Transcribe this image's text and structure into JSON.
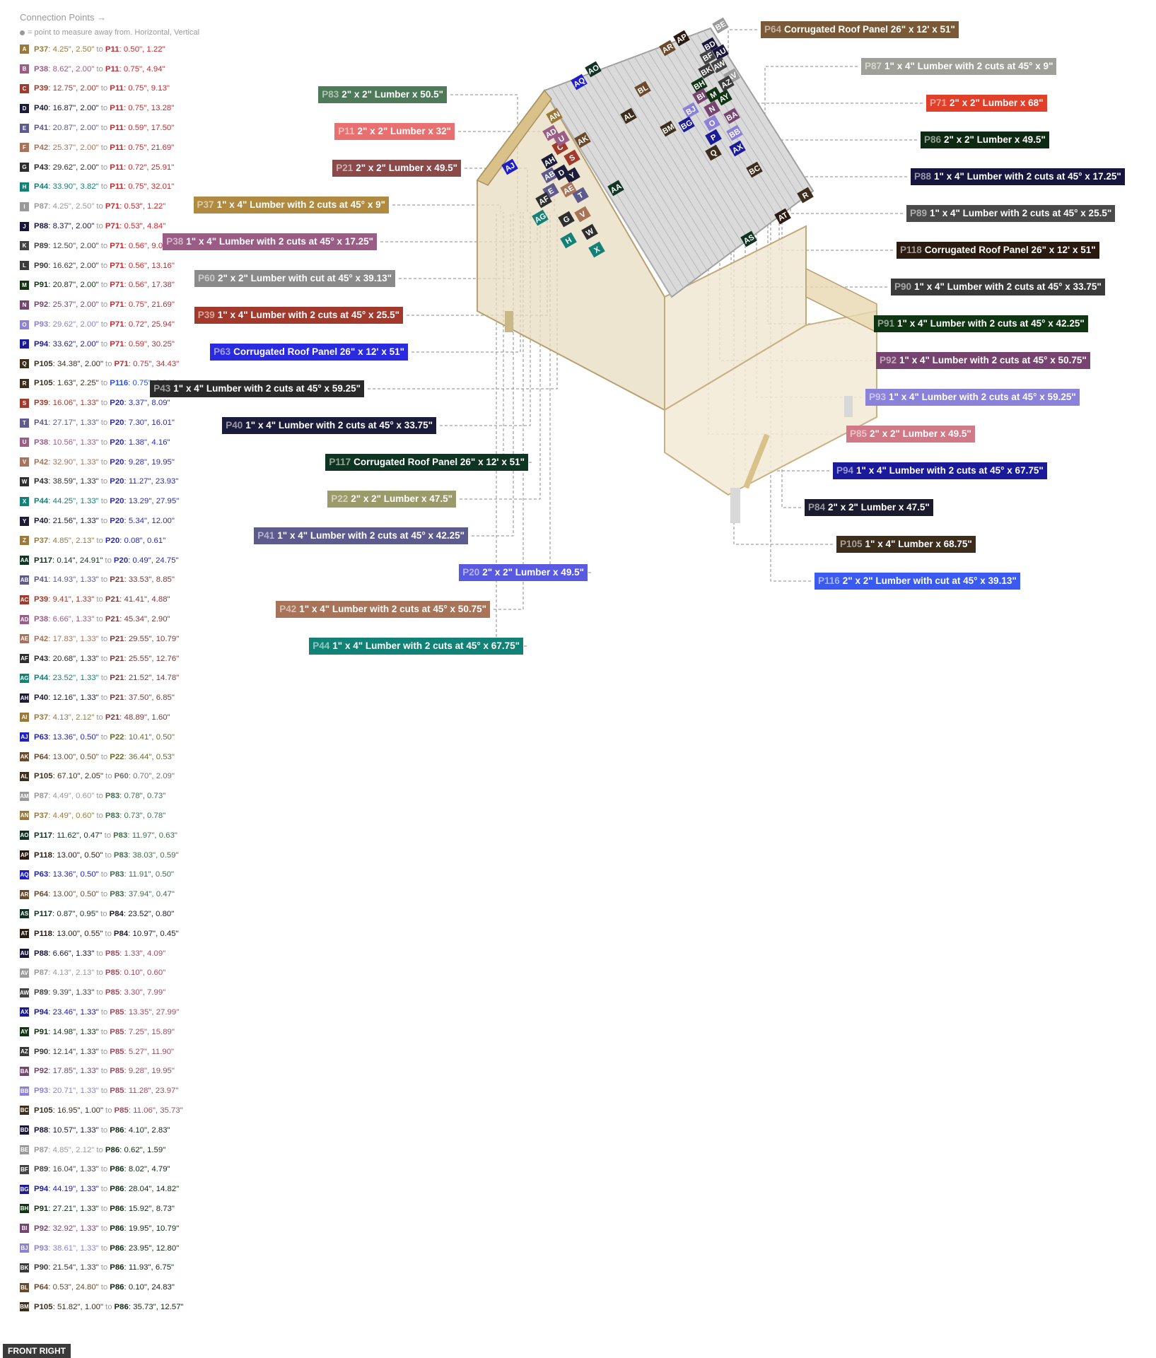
{
  "header": {
    "title": "Connection Points →",
    "note": "= point to measure away from. Horizontal, Vertical"
  },
  "view_tag": "FRONT RIGHT",
  "connections": [
    {
      "id": "A",
      "color": "#9a7a3c",
      "p1": "P37",
      "v1": "4.25\", 2.50\"",
      "p2": "P11",
      "v2": "0.50\", 1.22\""
    },
    {
      "id": "B",
      "color": "#9a5e86",
      "p1": "P38",
      "v1": "8.62\", 2.00\"",
      "p2": "P11",
      "v2": "0.75\", 4.94\""
    },
    {
      "id": "C",
      "color": "#a13a2c",
      "p1": "P39",
      "v1": "12.75\", 2.00\"",
      "p2": "P11",
      "v2": "0.75\", 9.13\""
    },
    {
      "id": "D",
      "color": "#1b1b3a",
      "p1": "P40",
      "v1": "16.87\", 2.00\"",
      "p2": "P11",
      "v2": "0.75\", 13.28\""
    },
    {
      "id": "E",
      "color": "#5d5a8e",
      "p1": "P41",
      "v1": "20.87\", 2.00\"",
      "p2": "P11",
      "v2": "0.59\", 17.50\""
    },
    {
      "id": "F",
      "color": "#a77359",
      "p1": "P42",
      "v1": "25.37\", 2.00\"",
      "p2": "P11",
      "v2": "0.75\", 21.69\""
    },
    {
      "id": "G",
      "color": "#2e2e2e",
      "p1": "P43",
      "v1": "29.62\", 2.00\"",
      "p2": "P11",
      "v2": "0.72\", 25.91\""
    },
    {
      "id": "H",
      "color": "#128276",
      "p1": "P44",
      "v1": "33.90\", 3.82\"",
      "p2": "P11",
      "v2": "0.75\", 32.01\""
    },
    {
      "id": "I",
      "color": "#9a9a9a",
      "p1": "P87",
      "v1": "4.25\", 2.50\"",
      "p2": "P71",
      "v2": "0.53\", 1.22\""
    },
    {
      "id": "J",
      "color": "#15153e",
      "p1": "P88",
      "v1": "8.37\", 2.00\"",
      "p2": "P71",
      "v2": "0.53\", 4.84\""
    },
    {
      "id": "K",
      "color": "#444444",
      "p1": "P89",
      "v1": "12.50\", 2.00\"",
      "p2": "P71",
      "v2": "0.56\", 9.00\""
    },
    {
      "id": "L",
      "color": "#3a3a3a",
      "p1": "P90",
      "v1": "16.62\", 2.00\"",
      "p2": "P71",
      "v2": "0.56\", 13.16\""
    },
    {
      "id": "M",
      "color": "#0f3512",
      "p1": "P91",
      "v1": "20.87\", 2.00\"",
      "p2": "P71",
      "v2": "0.56\", 17.38\""
    },
    {
      "id": "N",
      "color": "#76446e",
      "p1": "P92",
      "v1": "25.37\", 2.00\"",
      "p2": "P71",
      "v2": "0.75\", 21.69\""
    },
    {
      "id": "O",
      "color": "#8a82d8",
      "p1": "P93",
      "v1": "29.62\", 2.00\"",
      "p2": "P71",
      "v2": "0.72\", 25.94\""
    },
    {
      "id": "P",
      "color": "#1b1b9a",
      "p1": "P94",
      "v1": "33.62\", 2.00\"",
      "p2": "P71",
      "v2": "0.59\", 30.25\""
    },
    {
      "id": "Q",
      "color": "#3d2d1c",
      "p1": "P105",
      "v1": "34.38\", 2.00\"",
      "p2": "P71",
      "v2": "0.75\", 34.43\""
    },
    {
      "id": "R",
      "color": "#3d2d1c",
      "p1": "P105",
      "v1": "1.63\", 2.25\"",
      "p2": "P116",
      "v2": "0.75\", 2.34\""
    },
    {
      "id": "S",
      "color": "#a13a2c",
      "p1": "P39",
      "v1": "16.06\", 1.33\"",
      "p2": "P20",
      "v2": "3.37\", 8.09\""
    },
    {
      "id": "T",
      "color": "#5d5a8e",
      "p1": "P41",
      "v1": "27.17\", 1.33\"",
      "p2": "P20",
      "v2": "7.30\", 16.01\""
    },
    {
      "id": "U",
      "color": "#9a5e86",
      "p1": "P38",
      "v1": "10.56\", 1.33\"",
      "p2": "P20",
      "v2": "1.38\", 4.16\""
    },
    {
      "id": "V",
      "color": "#a77359",
      "p1": "P42",
      "v1": "32.90\", 1.33\"",
      "p2": "P20",
      "v2": "9.28\", 19.95\""
    },
    {
      "id": "W",
      "color": "#2e2e2e",
      "p1": "P43",
      "v1": "38.59\", 1.33\"",
      "p2": "P20",
      "v2": "11.27\", 23.93\""
    },
    {
      "id": "X",
      "color": "#128276",
      "p1": "P44",
      "v1": "44.25\", 1.33\"",
      "p2": "P20",
      "v2": "13.29\", 27.95\""
    },
    {
      "id": "Y",
      "color": "#1b1b3a",
      "p1": "P40",
      "v1": "21.56\", 1.33\"",
      "p2": "P20",
      "v2": "5.34\", 12.00\""
    },
    {
      "id": "Z",
      "color": "#9a7a3c",
      "p1": "P37",
      "v1": "4.85\", 2.13\"",
      "p2": "P20",
      "v2": "0.08\", 0.61\""
    },
    {
      "id": "AA",
      "color": "#0f3522",
      "p1": "P117",
      "v1": "0.14\", 24.91\"",
      "p2": "P20",
      "v2": "0.49\", 24.75\""
    },
    {
      "id": "AB",
      "color": "#5d5a8e",
      "p1": "P41",
      "v1": "14.93\", 1.33\"",
      "p2": "P21",
      "v2": "33.53\", 8.85\""
    },
    {
      "id": "AC",
      "color": "#a13a2c",
      "p1": "P39",
      "v1": "9.41\", 1.33\"",
      "p2": "P21",
      "v2": "41.41\", 4.88\""
    },
    {
      "id": "AD",
      "color": "#9a5e86",
      "p1": "P38",
      "v1": "6.66\", 1.33\"",
      "p2": "P21",
      "v2": "45.34\", 2.90\""
    },
    {
      "id": "AE",
      "color": "#a77359",
      "p1": "P42",
      "v1": "17.83\", 1.33\"",
      "p2": "P21",
      "v2": "29.55\", 10.79\""
    },
    {
      "id": "AF",
      "color": "#2e2e2e",
      "p1": "P43",
      "v1": "20.68\", 1.33\"",
      "p2": "P21",
      "v2": "25.55\", 12.76\""
    },
    {
      "id": "AG",
      "color": "#128276",
      "p1": "P44",
      "v1": "23.52\", 1.33\"",
      "p2": "P21",
      "v2": "21.52\", 14.78\""
    },
    {
      "id": "AH",
      "color": "#1b1b3a",
      "p1": "P40",
      "v1": "12.16\", 1.33\"",
      "p2": "P21",
      "v2": "37.50\", 6.85\""
    },
    {
      "id": "AI",
      "color": "#9a7a3c",
      "p1": "P37",
      "v1": "4.13\", 2.12\"",
      "p2": "P21",
      "v2": "48.89\", 1.60\""
    },
    {
      "id": "AJ",
      "color": "#1f1fc8",
      "p1": "P63",
      "v1": "13.36\", 0.50\"",
      "p2": "P22",
      "v2": "10.41\", 0.50\""
    },
    {
      "id": "AK",
      "color": "#6b4a2c",
      "p1": "P64",
      "v1": "13.00\", 0.50\"",
      "p2": "P22",
      "v2": "36.44\", 0.53\""
    },
    {
      "id": "AL",
      "color": "#3d2d1c",
      "p1": "P105",
      "v1": "67.10\", 2.05\"",
      "p2": "P60",
      "v2": "0.70\", 2.09\""
    },
    {
      "id": "AM",
      "color": "#9a9a9a",
      "p1": "P87",
      "v1": "4.49\", 0.60\"",
      "p2": "P83",
      "v2": "0.78\", 0.73\""
    },
    {
      "id": "AN",
      "color": "#9a7a3c",
      "p1": "P37",
      "v1": "4.49\", 0.60\"",
      "p2": "P83",
      "v2": "0.73\", 0.78\""
    },
    {
      "id": "AO",
      "color": "#0f3522",
      "p1": "P117",
      "v1": "11.62\", 0.47\"",
      "p2": "P83",
      "v2": "11.97\", 0.63\""
    },
    {
      "id": "AP",
      "color": "#2b1a10",
      "p1": "P118",
      "v1": "13.00\", 0.50\"",
      "p2": "P83",
      "v2": "38.03\", 0.59\""
    },
    {
      "id": "AQ",
      "color": "#1f1fc8",
      "p1": "P63",
      "v1": "13.36\", 0.50\"",
      "p2": "P83",
      "v2": "11.91\", 0.50\""
    },
    {
      "id": "AR",
      "color": "#6b4a2c",
      "p1": "P64",
      "v1": "13.00\", 0.50\"",
      "p2": "P83",
      "v2": "37.94\", 0.47\""
    },
    {
      "id": "AS",
      "color": "#0f3522",
      "p1": "P117",
      "v1": "0.87\", 0.95\"",
      "p2": "P84",
      "v2": "23.52\", 0.80\""
    },
    {
      "id": "AT",
      "color": "#2b1a10",
      "p1": "P118",
      "v1": "13.00\", 0.55\"",
      "p2": "P84",
      "v2": "10.97\", 0.45\""
    },
    {
      "id": "AU",
      "color": "#15153e",
      "p1": "P88",
      "v1": "6.66\", 1.33\"",
      "p2": "P85",
      "v2": "1.33\", 4.09\""
    },
    {
      "id": "AV",
      "color": "#9a9a9a",
      "p1": "P87",
      "v1": "4.13\", 2.13\"",
      "p2": "P85",
      "v2": "0.10\", 0.60\""
    },
    {
      "id": "AW",
      "color": "#444444",
      "p1": "P89",
      "v1": "9.39\", 1.33\"",
      "p2": "P85",
      "v2": "3.30\", 7.99\""
    },
    {
      "id": "AX",
      "color": "#1b1b9a",
      "p1": "P94",
      "v1": "23.46\", 1.33\"",
      "p2": "P85",
      "v2": "13.35\", 27.99\""
    },
    {
      "id": "AY",
      "color": "#0f3512",
      "p1": "P91",
      "v1": "14.98\", 1.33\"",
      "p2": "P85",
      "v2": "7.25\", 15.89\""
    },
    {
      "id": "AZ",
      "color": "#3a3a3a",
      "p1": "P90",
      "v1": "12.14\", 1.33\"",
      "p2": "P85",
      "v2": "5.27\", 11.90\""
    },
    {
      "id": "BA",
      "color": "#76446e",
      "p1": "P92",
      "v1": "17.85\", 1.33\"",
      "p2": "P85",
      "v2": "9.28\", 19.95\""
    },
    {
      "id": "BB",
      "color": "#8a82d8",
      "p1": "P93",
      "v1": "20.71\", 1.33\"",
      "p2": "P85",
      "v2": "11.28\", 23.97\""
    },
    {
      "id": "BC",
      "color": "#3d2d1c",
      "p1": "P105",
      "v1": "16.95\", 1.00\"",
      "p2": "P85",
      "v2": "11.06\", 35.73\""
    },
    {
      "id": "BD",
      "color": "#15153e",
      "p1": "P88",
      "v1": "10.57\", 1.33\"",
      "p2": "P86",
      "v2": "4.10\", 2.83\""
    },
    {
      "id": "BE",
      "color": "#9a9a9a",
      "p1": "P87",
      "v1": "4.85\", 2.12\"",
      "p2": "P86",
      "v2": "0.62\", 1.59\""
    },
    {
      "id": "BF",
      "color": "#444444",
      "p1": "P89",
      "v1": "16.04\", 1.33\"",
      "p2": "P86",
      "v2": "8.02\", 4.79\""
    },
    {
      "id": "BG",
      "color": "#1b1b9a",
      "p1": "P94",
      "v1": "44.19\", 1.33\"",
      "p2": "P86",
      "v2": "28.04\", 14.82\""
    },
    {
      "id": "BH",
      "color": "#0f3512",
      "p1": "P91",
      "v1": "27.21\", 1.33\"",
      "p2": "P86",
      "v2": "15.92\", 8.73\""
    },
    {
      "id": "BI",
      "color": "#76446e",
      "p1": "P92",
      "v1": "32.92\", 1.33\"",
      "p2": "P86",
      "v2": "19.95\", 10.79\""
    },
    {
      "id": "BJ",
      "color": "#8a82d8",
      "p1": "P93",
      "v1": "38.61\", 1.33\"",
      "p2": "P86",
      "v2": "23.95\", 12.80\""
    },
    {
      "id": "BK",
      "color": "#3a3a3a",
      "p1": "P90",
      "v1": "21.54\", 1.33\"",
      "p2": "P86",
      "v2": "11.93\", 6.75\""
    },
    {
      "id": "BL",
      "color": "#6b4a2c",
      "p1": "P64",
      "v1": "0.53\", 24.80\"",
      "p2": "P86",
      "v2": "0.10\", 24.83\""
    },
    {
      "id": "BM",
      "color": "#3d2d1c",
      "p1": "P105",
      "v1": "51.82\", 1.00\"",
      "p2": "P86",
      "v2": "35.73\", 12.57\""
    }
  ],
  "part_colors": {
    "P11": "#c8282d",
    "P20": "#2a2ab4",
    "P21": "#7a3a3a",
    "P22": "#6b6b20",
    "P60": "#6e6e6e",
    "P63": "#1f1fc8",
    "P64": "#6b4a2c",
    "P71": "#c8282d",
    "P83": "#3e6e4a",
    "P84": "#1b1b2e",
    "P85": "#a04a5a",
    "P86": "#0f2a12",
    "P87": "#9a9a9a",
    "P88": "#15153e",
    "P89": "#444444",
    "P90": "#3a3a3a",
    "P91": "#0f3512",
    "P92": "#76446e",
    "P93": "#8a82d8",
    "P94": "#1b1b9a",
    "P105": "#3d2d1c",
    "P116": "#2b50e0",
    "P117": "#0f3522",
    "P118": "#2b1a10",
    "P37": "#9a7a3c",
    "P38": "#9a5e86",
    "P39": "#a13a2c",
    "P40": "#1b1b3a",
    "P41": "#5d5a8e",
    "P42": "#a77359",
    "P43": "#2e2e2e",
    "P44": "#128276"
  },
  "part_labels": [
    {
      "id": "P64",
      "desc": "Corrugated Roof Panel 26\" x 12' x 51\"",
      "color": "#7a5a36"
    },
    {
      "id": "P87",
      "desc": "1\" x 4\" Lumber with 2 cuts at 45° x 9\"",
      "color": "#a0a09a"
    },
    {
      "id": "P83",
      "desc": "2\" x 2\" Lumber x 50.5\"",
      "color": "#4e7a5a"
    },
    {
      "id": "P71",
      "desc": "2\" x 2\" Lumber x 68\"",
      "color": "#e0402a"
    },
    {
      "id": "P11",
      "desc": "2\" x 2\" Lumber x 32\"",
      "color": "#e87070"
    },
    {
      "id": "P86",
      "desc": "2\" x 2\" Lumber x 49.5\"",
      "color": "#0f2a12"
    },
    {
      "id": "P21",
      "desc": "2\" x 2\" Lumber x 49.5\"",
      "color": "#8a4a4a"
    },
    {
      "id": "P88",
      "desc": "1\" x 4\" Lumber with 2 cuts at 45° x 17.25\"",
      "color": "#15153e"
    },
    {
      "id": "P37",
      "desc": "1\" x 4\" Lumber with 2 cuts at 45° x 9\"",
      "color": "#b08a40"
    },
    {
      "id": "P89",
      "desc": "1\" x 4\" Lumber with 2 cuts at 45° x 25.5\"",
      "color": "#4a4a4a"
    },
    {
      "id": "P38",
      "desc": "1\" x 4\" Lumber with 2 cuts at 45° x 17.25\"",
      "color": "#9a5e86"
    },
    {
      "id": "P118",
      "desc": "Corrugated Roof Panel 26\" x 12' x 51\"",
      "color": "#2b1a10"
    },
    {
      "id": "P60",
      "desc": "2\" x 2\" Lumber with cut at 45° x 39.13\"",
      "color": "#8a8a8a"
    },
    {
      "id": "P90",
      "desc": "1\" x 4\" Lumber with 2 cuts at 45° x 33.75\"",
      "color": "#3a3a3a"
    },
    {
      "id": "P39",
      "desc": "1\" x 4\" Lumber with 2 cuts at 45° x 25.5\"",
      "color": "#a13a2c"
    },
    {
      "id": "P91",
      "desc": "1\" x 4\" Lumber with 2 cuts at 45° x 42.25\"",
      "color": "#0f3512"
    },
    {
      "id": "P63",
      "desc": "Corrugated Roof Panel 26\" x 12' x 51\"",
      "color": "#2a2ae0"
    },
    {
      "id": "P92",
      "desc": "1\" x 4\" Lumber with 2 cuts at 45° x 50.75\"",
      "color": "#76446e"
    },
    {
      "id": "P43",
      "desc": "1\" x 4\" Lumber with 2 cuts at 45° x 59.25\"",
      "color": "#2a2a2a"
    },
    {
      "id": "P93",
      "desc": "1\" x 4\" Lumber with 2 cuts at 45° x 59.25\"",
      "color": "#8a82d8"
    },
    {
      "id": "P40",
      "desc": "1\" x 4\" Lumber with 2 cuts at 45° x 33.75\"",
      "color": "#1b1b3a"
    },
    {
      "id": "P85",
      "desc": "2\" x 2\" Lumber x 49.5\"",
      "color": "#d07a88"
    },
    {
      "id": "P117",
      "desc": "Corrugated Roof Panel 26\" x 12' x 51\"",
      "color": "#0f3522"
    },
    {
      "id": "P94",
      "desc": "1\" x 4\" Lumber with 2 cuts at 45° x 67.75\"",
      "color": "#1b1b9a"
    },
    {
      "id": "P22",
      "desc": "2\" x 2\" Lumber x 47.5\"",
      "color": "#9a9a6a"
    },
    {
      "id": "P84",
      "desc": "2\" x 2\" Lumber x 47.5\"",
      "color": "#1b1b2e"
    },
    {
      "id": "P41",
      "desc": "1\" x 4\" Lumber with 2 cuts at 45° x 42.25\"",
      "color": "#5d5a8e"
    },
    {
      "id": "P105",
      "desc": "1\" x 4\" Lumber  x 68.75\"",
      "color": "#3d2d1c"
    },
    {
      "id": "P20",
      "desc": "2\" x 2\" Lumber x 49.5\"",
      "color": "#5a5ae0"
    },
    {
      "id": "P116",
      "desc": "2\" x 2\" Lumber with cut at 45° x 39.13\"",
      "color": "#3a5af0"
    },
    {
      "id": "P42",
      "desc": "1\" x 4\" Lumber with 2 cuts at 45° x 50.75\"",
      "color": "#a77359"
    },
    {
      "id": "P44",
      "desc": "1\" x 4\" Lumber with 2 cuts at 45° x 67.75\"",
      "color": "#128276"
    }
  ],
  "model_badges": [
    "AP",
    "AR",
    "BE",
    "BD",
    "BF",
    "AU",
    "AO",
    "AQ",
    "BK",
    "AW",
    "BL",
    "AV",
    "BH",
    "AZ",
    "AN",
    "BI",
    "M",
    "AY",
    "AL",
    "BJ",
    "N",
    "BA",
    "BM",
    "BG",
    "O",
    "BB",
    "AD",
    "AK",
    "P",
    "C",
    "U",
    "AX",
    "AH",
    "S",
    "Q",
    "BC",
    "AJ",
    "AB",
    "D",
    "Y",
    "E",
    "T",
    "AE",
    "AA",
    "AF",
    "R",
    "AG",
    "G",
    "AT",
    "V",
    "AS",
    "H",
    "W",
    "X"
  ]
}
